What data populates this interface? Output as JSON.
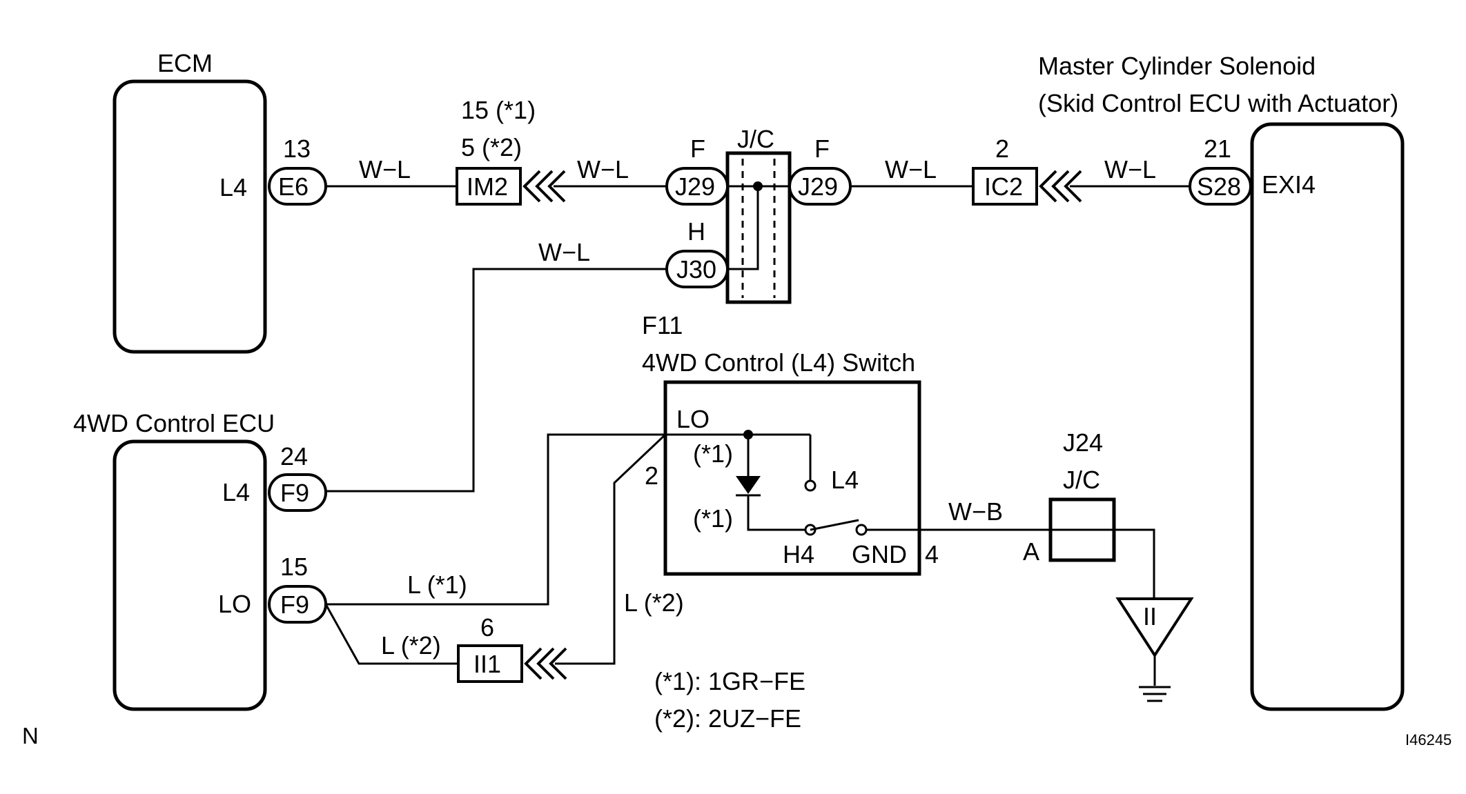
{
  "components": {
    "ecm": {
      "title": "ECM",
      "pin_label": "L4",
      "pin_no": "13",
      "connector": "E6"
    },
    "im2": {
      "label": "IM2",
      "note1": "15 (*1)",
      "note2": "5 (*2)"
    },
    "jc_main": {
      "label": "J/C",
      "left_top_pin": "F",
      "left_top_conn": "J29",
      "right_pin": "F",
      "right_conn": "J29",
      "left_bottom_pin": "H",
      "left_bottom_conn": "J30"
    },
    "ic2": {
      "label": "IC2",
      "pin_no": "2"
    },
    "solenoid": {
      "title_line1": "Master Cylinder Solenoid",
      "title_line2": "(Skid Control ECU with Actuator)",
      "pin_no": "21",
      "connector": "S28",
      "pin_label": "EXI4"
    },
    "ecu_4wd": {
      "title": "4WD Control ECU",
      "pin1_label": "L4",
      "pin1_no": "24",
      "pin1_conn": "F9",
      "pin2_label": "LO",
      "pin2_no": "15",
      "pin2_conn": "F9"
    },
    "switch": {
      "code": "F11",
      "title": "4WD Control (L4) Switch",
      "lo": "LO",
      "l4": "L4",
      "h4": "H4",
      "gnd": "GND",
      "pin2": "2",
      "pin4": "4",
      "diode_note1": "(*1)",
      "diode_note2": "(*1)"
    },
    "ii1": {
      "label": "II1",
      "pin_no": "6"
    },
    "jc_ground": {
      "code": "J24",
      "label": "J/C",
      "pin": "A",
      "ground_symbol": "II"
    }
  },
  "wires": {
    "ecm_im2": "W−L",
    "im2_j29": "W−L",
    "j29_ic2": "W−L",
    "ic2_s28": "W−L",
    "j30_4wd": "W−L",
    "lo_l1": "L (*1)",
    "lo_l2": "L (*2)",
    "ii1_switch": "L (*2)",
    "gnd_wb": "W−B"
  },
  "legend": {
    "line1": "(*1): 1GR−FE",
    "line2": "(*2): 2UZ−FE"
  },
  "corner_left": "N",
  "figure_id": "I46245"
}
